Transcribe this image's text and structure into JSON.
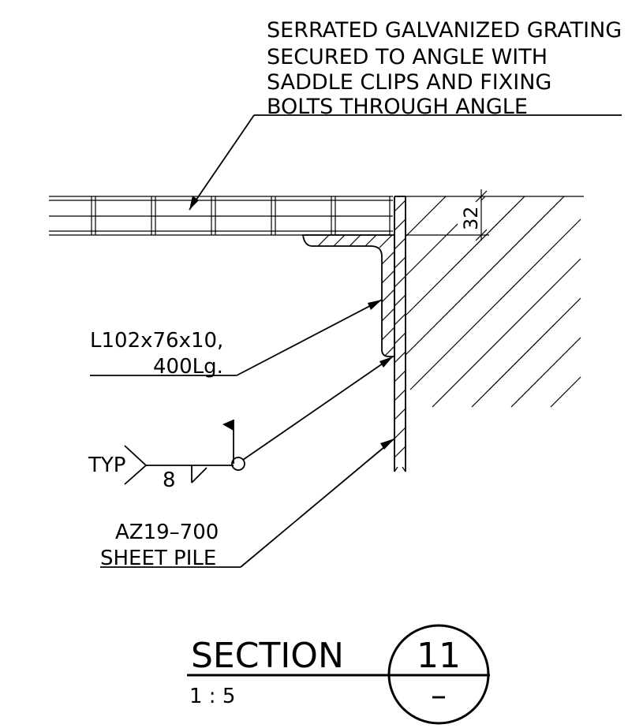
{
  "note": {
    "grating_lines": [
      "SERRATED GALVANIZED GRATING",
      "SECURED TO ANGLE WITH",
      "SADDLE CLIPS AND FIXING",
      "BOLTS THROUGH ANGLE"
    ]
  },
  "labels": {
    "angle_line1": "L102x76x10,",
    "angle_line2": "400Lg.",
    "weld_typ": "TYP",
    "weld_size": "8",
    "pile_line1": "AZ19–700",
    "pile_line2": "SHEET PILE",
    "dimension": "32"
  },
  "title_block": {
    "title": "SECTION",
    "scale": "1 : 5",
    "section_number": "11",
    "sheet_ref": "–"
  }
}
